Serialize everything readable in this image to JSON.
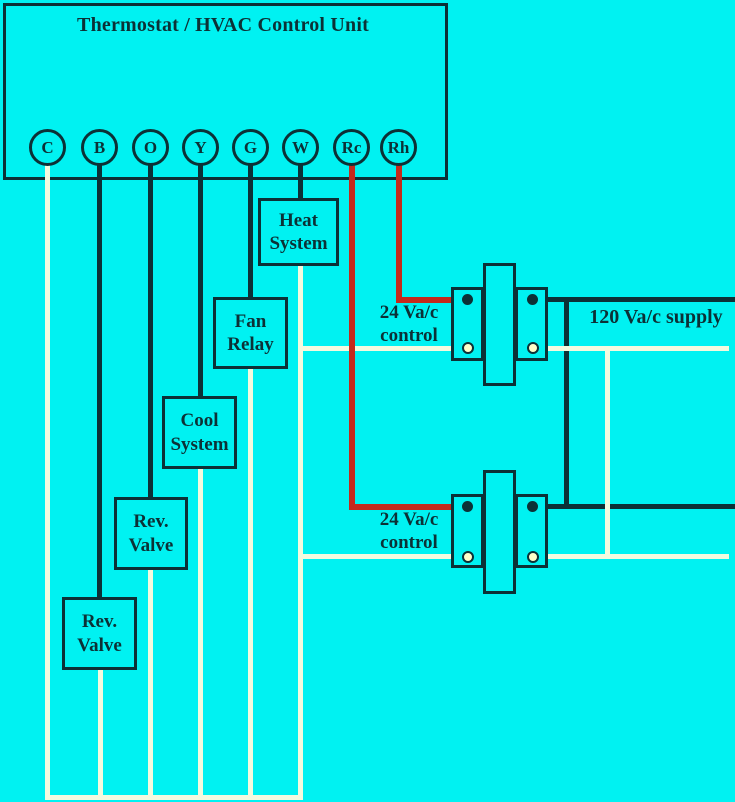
{
  "colors": {
    "bg": "#00f2f2",
    "ink": "#0c3136",
    "red": "#c42a1c",
    "wwire": "#f4fbdf",
    "tfill": "#ffffc9"
  },
  "thermostat": {
    "title": "Thermostat / HVAC Control Unit",
    "terminals": [
      "C",
      "B",
      "O",
      "Y",
      "G",
      "W",
      "Rc",
      "Rh"
    ]
  },
  "components": {
    "heat_system": "Heat\nSystem",
    "fan_relay": "Fan\nRelay",
    "cool_system": "Cool\nSystem",
    "rev_valve_1": "Rev.\nValve",
    "rev_valve_2": "Rev.\nValve"
  },
  "labels": {
    "control_upper": "24 Va/c\ncontrol",
    "control_lower": "24 Va/c\ncontrol",
    "supply": "120 Va/c supply"
  }
}
